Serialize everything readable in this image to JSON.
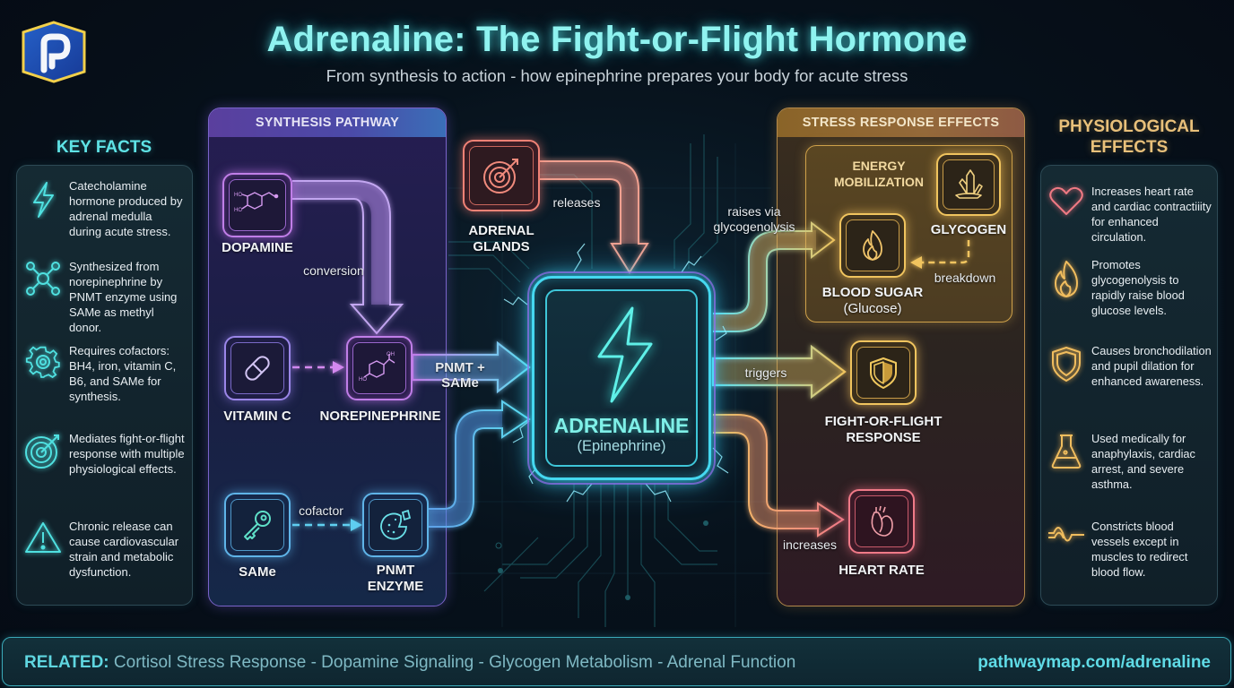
{
  "header": {
    "logo_letter": "P",
    "title": "Adrenaline: The Fight-or-Flight Hormone",
    "subtitle": "From synthesis to action - how epinephrine prepares your body for acute stress"
  },
  "key_facts": {
    "heading": "KEY FACTS",
    "items": [
      {
        "icon": "lightning-icon",
        "text": "Catecholamine hormone produced by adrenal medulla during acute stress."
      },
      {
        "icon": "molecule-icon",
        "text": "Synthesized from norepinephrine by PNMT enzyme using SAMe as methyl donor."
      },
      {
        "icon": "gear-icon",
        "text": "Requires cofactors: BH4, iron, vitamin C, B6, and SAMe for synthesis."
      },
      {
        "icon": "target-icon",
        "text": "Mediates fight-or-flight response with multiple physiological effects."
      },
      {
        "icon": "warning-icon",
        "text": "Chronic release can cause cardiovascular strain and metabolic dysfunction."
      }
    ]
  },
  "synthesis": {
    "heading": "SYNTHESIS PATHWAY",
    "nodes": {
      "dopamine": "DOPAMINE",
      "vitamin_c": "VITAMIN C",
      "norepinephrine": "NOREPINEPHRINE",
      "same": "SAMe",
      "pnmt_line1": "PNMT",
      "pnmt_line2": "ENZYME"
    },
    "edges": {
      "conversion": "conversion",
      "cofactor": "cofactor",
      "pnmt_same": "PNMT + SAMe"
    }
  },
  "center": {
    "adrenal_line1": "ADRENAL",
    "adrenal_line2": "GLANDS",
    "releases": "releases",
    "title": "ADRENALINE",
    "subtitle": "(Epinephrine)"
  },
  "stress": {
    "heading": "STRESS RESPONSE EFFECTS",
    "energy_line1": "ENERGY",
    "energy_line2": "MOBILIZATION",
    "glycogen": "GLYCOGEN",
    "breakdown": "breakdown",
    "blood_sugar": "BLOOD SUGAR",
    "glucose": "(Glucose)",
    "raises_line1": "raises via",
    "raises_line2": "glycogenolysis",
    "triggers": "triggers",
    "fight_line1": "FIGHT-OR-FLIGHT",
    "fight_line2": "RESPONSE",
    "increases": "increases",
    "heart_rate": "HEART RATE"
  },
  "physiological": {
    "heading_line1": "PHYSIOLOGICAL",
    "heading_line2": "EFFECTS",
    "items": [
      {
        "icon": "heart-icon",
        "text": "Increases heart rate and cardiac contractiiity for enhanced circulation."
      },
      {
        "icon": "flame-icon",
        "text": "Promotes glycogenolysis to rapidly raise blood glucose levels."
      },
      {
        "icon": "shield-icon",
        "text": "Causes bronchodilation and pupil dilation for enhanced awareness."
      },
      {
        "icon": "flask-icon",
        "text": "Used medically for anaphylaxis, cardiac arrest, and severe asthma."
      },
      {
        "icon": "wave-icon",
        "text": "Constricts blood vessels except in muscles to redirect blood flow."
      }
    ]
  },
  "footer": {
    "related_label": "RELATED:",
    "related_links": "Cortisol Stress Response - Dopamine Signaling - Glycogen Metabolism - Adrenal Function",
    "url": "pathwaymap.com/adrenaline"
  },
  "colors": {
    "cyan_accent": "#8ff3f0",
    "synthesis_purple": "#7a63c9",
    "stress_gold": "#b3894a",
    "physio_heading": "#e8c07a",
    "background": "#07121c"
  }
}
